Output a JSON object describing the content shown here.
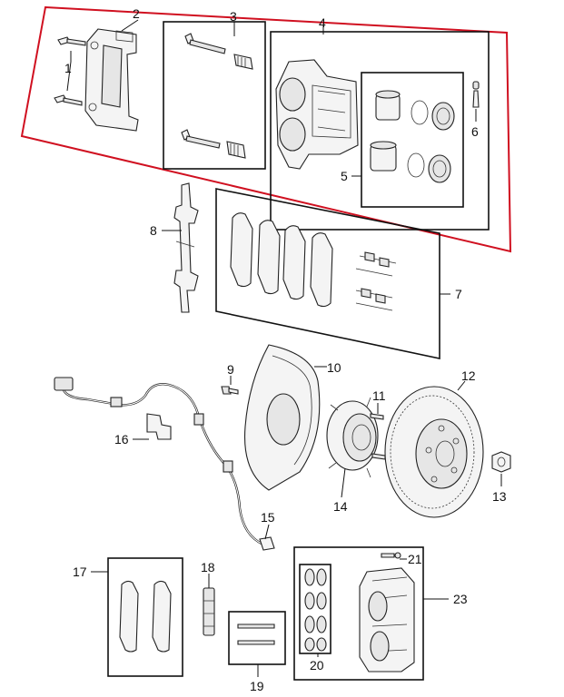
{
  "callouts": {
    "c1": "1",
    "c2": "2",
    "c3": "3",
    "c4": "4",
    "c5": "5",
    "c6": "6",
    "c7": "7",
    "c8": "8",
    "c9": "9",
    "c10": "10",
    "c11": "11",
    "c12": "12",
    "c13": "13",
    "c14": "14",
    "c15": "15",
    "c16": "16",
    "c17": "17",
    "c18": "18",
    "c19": "19",
    "c20": "20",
    "c21": "21",
    "c22": "23"
  },
  "highlight_color": "#d01020",
  "line_color": "#111111"
}
